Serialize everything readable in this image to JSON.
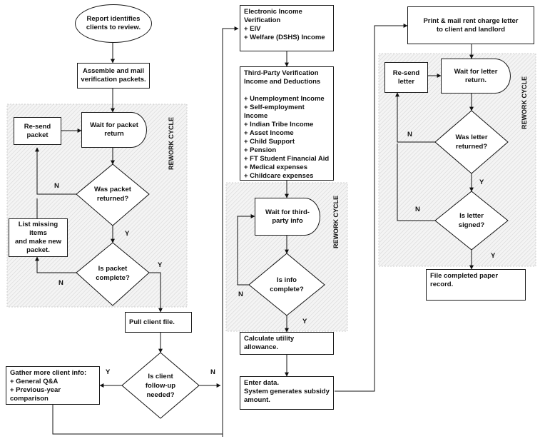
{
  "col1": {
    "report": [
      "Report identifies",
      "clients to review."
    ],
    "assemble": [
      "Assemble and mail",
      "verification packets."
    ],
    "resend_packet": [
      "Re-send",
      "packet"
    ],
    "wait_packet": [
      "Wait for packet",
      "return"
    ],
    "was_packet_returned": [
      "Was packet",
      "returned?"
    ],
    "list_missing": [
      "List missing items",
      "and make new",
      "packet."
    ],
    "is_packet_complete": [
      "Is packet",
      "complete?"
    ],
    "pull_file": "Pull client file.",
    "is_followup": [
      "Is client",
      "follow-up",
      "needed?"
    ],
    "gather": [
      "Gather more client info:",
      "+ General Q&A",
      "+ Previous-year comparison"
    ],
    "rework": "REWORK CYCLE",
    "n1": "N",
    "y1": "Y",
    "n2": "N",
    "y2": "Y",
    "y3": "Y",
    "n3": "N"
  },
  "col2": {
    "electronic": [
      "Electronic  Income",
      "Verification",
      "+ EIV",
      "+ Welfare (DSHS) Income"
    ],
    "third_party": [
      "Third-Party Verification",
      "Income and Deductions",
      "",
      "+ Unemployment Income",
      "+ Self-employment Income",
      "+ Indian Tribe Income",
      "+ Asset Income",
      "+ Child Support",
      "+ Pension",
      "+ FT Student Financial Aid",
      "+ Medical expenses",
      "+ Childcare expenses"
    ],
    "wait_third": [
      "Wait for third-",
      "party info"
    ],
    "is_info_complete": [
      "Is info",
      "complete?"
    ],
    "calc": "Calculate utility allowance.",
    "enter": [
      "Enter data.",
      "System generates subsidy",
      "amount."
    ],
    "rework": "REWORK CYCLE",
    "n": "N",
    "y": "Y"
  },
  "col3": {
    "print_mail": [
      "Print & mail rent charge letter",
      "to client and landlord"
    ],
    "resend_letter": [
      "Re-send",
      "letter"
    ],
    "wait_letter": [
      "Wait for letter",
      "return."
    ],
    "was_letter_returned": [
      "Was letter",
      "returned?"
    ],
    "is_letter_signed": [
      "Is letter",
      "signed?"
    ],
    "file_completed": "File completed  paper record.",
    "rework": "REWORK CYCLE",
    "n1": "N",
    "y1": "Y",
    "n2": "N",
    "y2": "Y"
  }
}
